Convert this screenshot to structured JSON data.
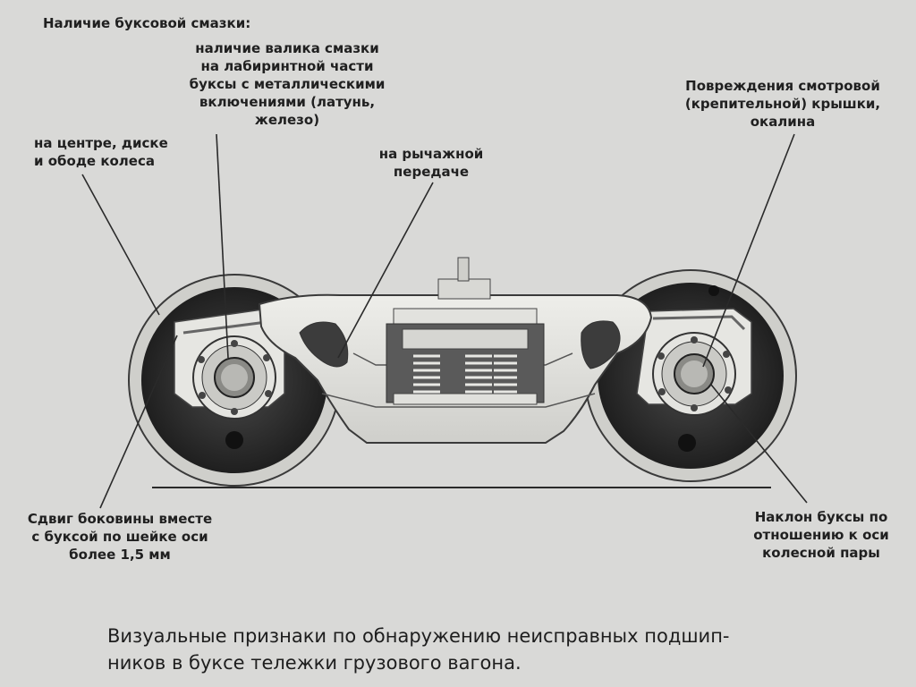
{
  "labels": {
    "lubricant_header": "Наличие буксовой смазки:",
    "roller": "наличие валика смазки\nна лабиринтной части\nбуксы с металлическими\nвключениями (латунь,\nжелезо)",
    "wheel_center": "на центре, диске\nи ободе колеса",
    "lever": "на рычажной\nпередаче",
    "cover_damage": "Повреждения смотровой\n(крепительной) крышки,\nокалина",
    "side_frame_shift": "Сдвиг боковины вместе\nс буксой по шейке оси\nболее 1,5 мм",
    "axlebox_tilt": "Наклон буксы по\nотношению к оси\nколесной пары"
  },
  "caption": "Визуальные признаки по обнаружению неисправных подшип-\nников в буксе тележки грузового вагона.",
  "colors": {
    "background": "#d9d9d7",
    "wheel_dark": "#2e2e2e",
    "frame_light": "#e6e6e2",
    "line": "#2a2a2a"
  }
}
